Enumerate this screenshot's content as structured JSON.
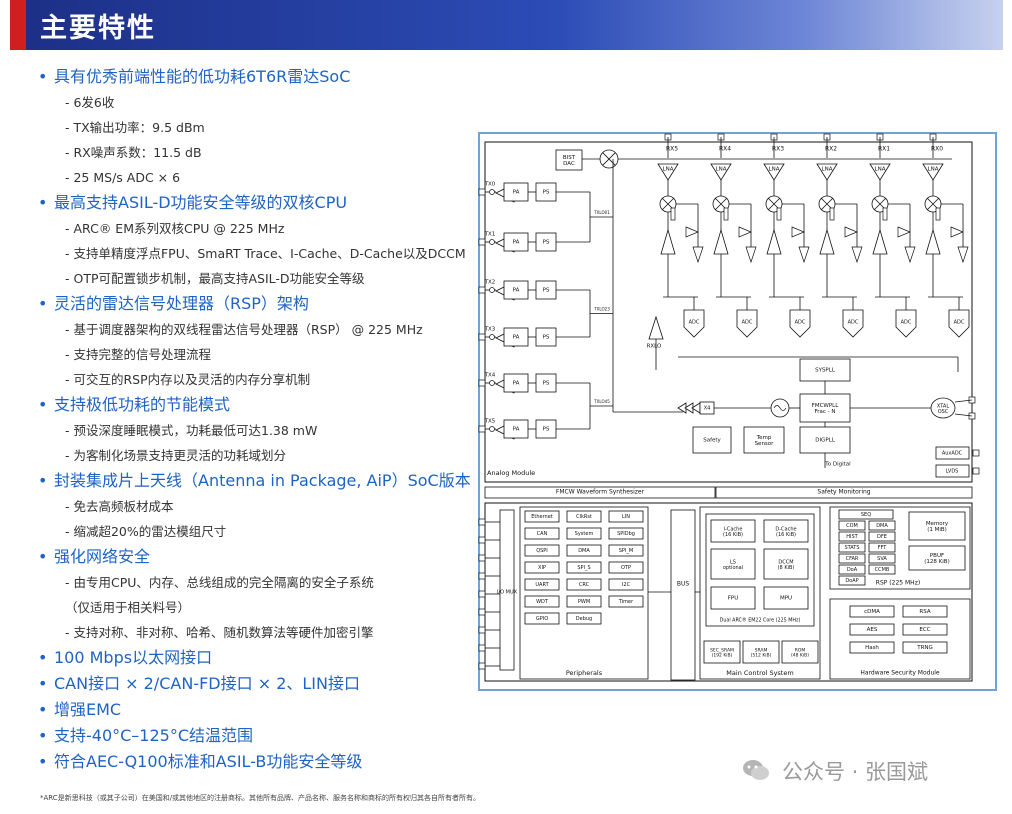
{
  "header": {
    "title": "主要特性"
  },
  "features": [
    {
      "title": "具有优秀前端性能的低功耗6T6R雷达SoC",
      "subs": [
        {
          "t": "6发6收"
        },
        {
          "t": "TX输出功率：9.5 dBm"
        },
        {
          "t": "RX噪声系数：11.5 dB"
        },
        {
          "t": "25 MS/s ADC × 6"
        }
      ]
    },
    {
      "title": "最高支持ASIL-D功能安全等级的双核CPU",
      "subs": [
        {
          "t": "ARC® EM系列双核CPU @ 225 MHz"
        },
        {
          "t": "支持单精度浮点FPU、SmaRT Trace、I-Cache、D-Cache以及DCCM"
        },
        {
          "t": "OTP可配置锁步机制，最高支持ASIL-D功能安全等级"
        }
      ]
    },
    {
      "title": "灵活的雷达信号处理器（RSP）架构",
      "subs": [
        {
          "t": "基于调度器架构的双线程雷达信号处理器（RSP） @ 225 MHz"
        },
        {
          "t": "支持完整的信号处理流程"
        },
        {
          "t": "可交互的RSP内存以及灵活的内存分享机制"
        }
      ]
    },
    {
      "title": "支持极低功耗的节能模式",
      "subs": [
        {
          "t": "预设深度睡眠模式，功耗最低可达1.38 mW"
        },
        {
          "t": "为客制化场景支持更灵活的功耗域划分"
        }
      ]
    },
    {
      "title": "封装集成片上天线（Antenna in Package, AiP）SoC版本",
      "subs": [
        {
          "t": "免去高频板材成本"
        },
        {
          "t": "缩减超20%的雷达模组尺寸"
        }
      ]
    },
    {
      "title": "强化网络安全",
      "subs": [
        {
          "t": "由专用CPU、内存、总线组成的完全隔离的安全子系统"
        },
        {
          "t": "（仅适用于相关料号）",
          "np": true
        },
        {
          "t": "支持对称、非对称、哈希、随机数算法等硬件加密引擎"
        }
      ]
    },
    {
      "title": "100 Mbps以太网接口",
      "subs": []
    },
    {
      "title": "CAN接口 × 2/CAN-FD接口 × 2、LIN接口",
      "subs": []
    },
    {
      "title": "增强EMC",
      "subs": []
    },
    {
      "title": "支持-40°C–125°C结温范围",
      "subs": []
    },
    {
      "title": "符合AEC-Q100标准和ASIL-B功能安全等级",
      "subs": []
    }
  ],
  "footnote": "*ARC是新思科技（或其子公司）在美国和/或其他地区的注册商标。其他所有品牌、产品名称、服务名称和商标的所有权归其各自所有者所有。",
  "watermark": "公众号 · 张国斌",
  "diagram": {
    "rx_labels": [
      "RX5",
      "RX4",
      "RX3",
      "RX2",
      "RX1",
      "RX0"
    ],
    "tx_labels": [
      "TX0",
      "TX1",
      "TX2",
      "TX3",
      "TX4",
      "TX5"
    ],
    "lna": "LNA",
    "pa": "PA",
    "ps": "PS",
    "adc": "ADC",
    "bist": "BIST\nDAC",
    "txlo": [
      "TXLO01",
      "TXLO23",
      "TXLO45"
    ],
    "rxlo": "RXLO",
    "x4": "X4",
    "syspll": "SYSPLL",
    "fmcwpll": "FMCWPLL\nFrac - N",
    "xtal": "XTAL\nOSC",
    "safety": "Safety",
    "temp": "Temp\nSensor",
    "digpll": "DIGPLL",
    "auxadc": "AuxADC",
    "lvds": "LVDS",
    "to_digital": "To Digital",
    "analog_module": "Analog Module",
    "fmcw_synth": "FMCW Waveform Synthesizer",
    "safety_mon": "Safety Monitoring",
    "iomux": "I/O MUX",
    "peripherals": {
      "title": "Peripherals",
      "items": [
        "Ethernet",
        "ClkRst",
        "LIN",
        "CAN",
        "System",
        "SPIDbg",
        "QSPI",
        "DMA",
        "SPI_M",
        "XIP",
        "SPI_S",
        "OTP",
        "UART",
        "CRC",
        "I2C",
        "WDT",
        "PWM",
        "Timer",
        "GPIO",
        "Debug"
      ]
    },
    "bus": "BUS",
    "mcs": {
      "title": "Main Control System",
      "icache": "I-Cache\n(16 KiB)",
      "dcache": "D-Cache\n(16 KiB)",
      "ls": "LS\noptional",
      "dccm": "DCCM\n(8 KiB)",
      "fpu": "FPU",
      "mpu": "MPU",
      "core": "Dual ARC® EM22 Core (225 MHz)",
      "mem": [
        "SEC_SRAM\n(192 KiB)",
        "SRAM\n(512 KiB)",
        "ROM\n(48 KiB)"
      ]
    },
    "rsp": {
      "title": "RSP (225 MHz)",
      "seq": "SEQ",
      "items": [
        "COM",
        "DMA",
        "HIST",
        "DFE",
        "STATS",
        "FFT",
        "CFAR",
        "SVA",
        "DoA",
        "CCMB"
      ],
      "doap": "DoAP",
      "memory": "Memory\n(1 MiB)",
      "pbuf": "PBUF\n(128 KiB)"
    },
    "hsm": {
      "title": "Hardware Security Module",
      "items": [
        "cDMA",
        "RSA",
        "AES",
        "ECC",
        "Hash",
        "TRNG"
      ]
    }
  },
  "colors": {
    "header": "#2340a0",
    "accent": "#d11f1f",
    "feature": "#1f63c4",
    "frame": "#6fa3d6",
    "text": "#333333"
  }
}
